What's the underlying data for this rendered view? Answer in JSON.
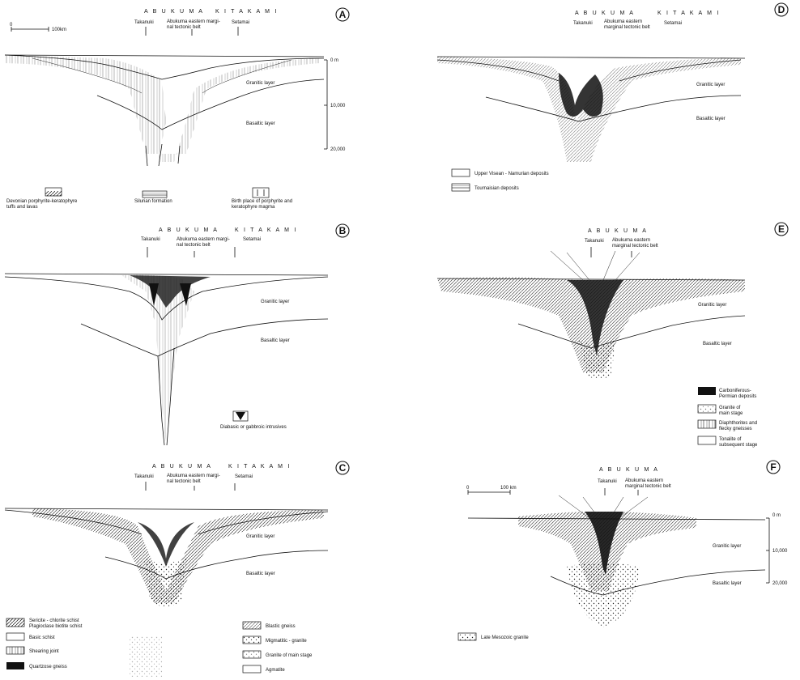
{
  "panels": {
    "A": {
      "letter": "A",
      "regions": {
        "left": "A B U K U M A",
        "right": "K I T A K A M I"
      },
      "places": {
        "takanuki": "Takanuki",
        "belt": "Abukuma eastern margi-\nnal tectonic belt",
        "setamai": "Setamai"
      },
      "scale": "100km",
      "depths": {
        "surface": "0 m",
        "mid": "10,000",
        "deep": "20,000"
      },
      "layers": {
        "granitic": "Granitic layer",
        "basaltic": "Basaltic layer"
      },
      "legend": [
        "Devonian porphyrite-keratophyre\ntuffs and lavas",
        "Silurian formation",
        "Birth place of porphyrite and\nkeratophyre magma"
      ]
    },
    "B": {
      "letter": "B",
      "regions": {
        "left": "A B U K U M A",
        "right": "K I T A K A M I"
      },
      "places": {
        "takanuki": "Takanuki",
        "belt": "Abukuma eastern margi-\nnal tectonic belt",
        "setamai": "Setamai"
      },
      "layers": {
        "granitic": "Granitic layer",
        "basaltic": "Basaltic layer"
      },
      "legend": [
        "Diabasic or gabbroic intrusives"
      ]
    },
    "C": {
      "letter": "C",
      "regions": {
        "left": "A B U K U M A",
        "right": "K I T A K A M I"
      },
      "places": {
        "takanuki": "Takanuki",
        "belt": "Abukuma eastern margi-\nnal tectonic belt",
        "setamai": "Setamai"
      },
      "layers": {
        "granitic": "Granitic layer",
        "basaltic": "Basaltic layer"
      },
      "legend_left": [
        "Sericite - chlorite schist\nPlagioclase biotite schist",
        "Basic schist",
        "Shearing joint",
        "Quartzose gneiss"
      ],
      "legend_right": [
        "Blastic gneiss",
        "Migmatitic - granite",
        "Granite of main stage",
        "Agmatite"
      ]
    },
    "D": {
      "letter": "D",
      "regions": {
        "left": "A B U K U M A",
        "right": "K I T A K A M I"
      },
      "places": {
        "takanuki": "Takanuki",
        "belt": "Abukuma eastern\nmarginal tectonic belt",
        "setamai": "Setamai"
      },
      "layers": {
        "granitic": "Granitic layer",
        "basaltic": "Basaltic layer"
      },
      "legend": [
        "Upper Visean - Namurian deposits",
        "Tournaisian deposits"
      ]
    },
    "E": {
      "letter": "E",
      "regions": {
        "left": "A B U K U M A"
      },
      "places": {
        "takanuki": "Takanuki",
        "belt": "Abukuma eastern\nmarginal tectonic belt"
      },
      "layers": {
        "granitic": "Granitic layer",
        "basaltic": "Basaltic layer"
      },
      "legend": [
        "Carboniferous-\nPermian deposits",
        "Granite of\nmain stage",
        "Diaphthorites and\nflecky gneisses",
        "Tonalite of\nsubsequent stage"
      ]
    },
    "F": {
      "letter": "F",
      "regions": {
        "left": "A B U K U M A"
      },
      "places": {
        "takanuki": "Takanuki",
        "belt": "Abukuma eastern\nmarginal tectonic belt"
      },
      "scale": "100 km",
      "depths": {
        "surface": "0 m",
        "mid": "10,000",
        "deep": "20,000"
      },
      "layers": {
        "granitic": "Granitic layer",
        "basaltic": "Basaltic layer"
      },
      "legend": [
        "Late Mesozoic granite"
      ]
    }
  }
}
